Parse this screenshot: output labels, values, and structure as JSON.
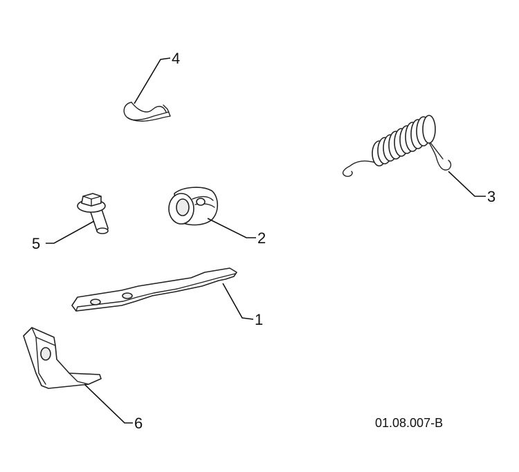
{
  "callouts": [
    {
      "id": "1",
      "label": "1"
    },
    {
      "id": "2",
      "label": "2"
    },
    {
      "id": "3",
      "label": "3"
    },
    {
      "id": "4",
      "label": "4"
    },
    {
      "id": "5",
      "label": "5"
    },
    {
      "id": "6",
      "label": "6"
    }
  ],
  "reference_code": "01.08.007-B"
}
